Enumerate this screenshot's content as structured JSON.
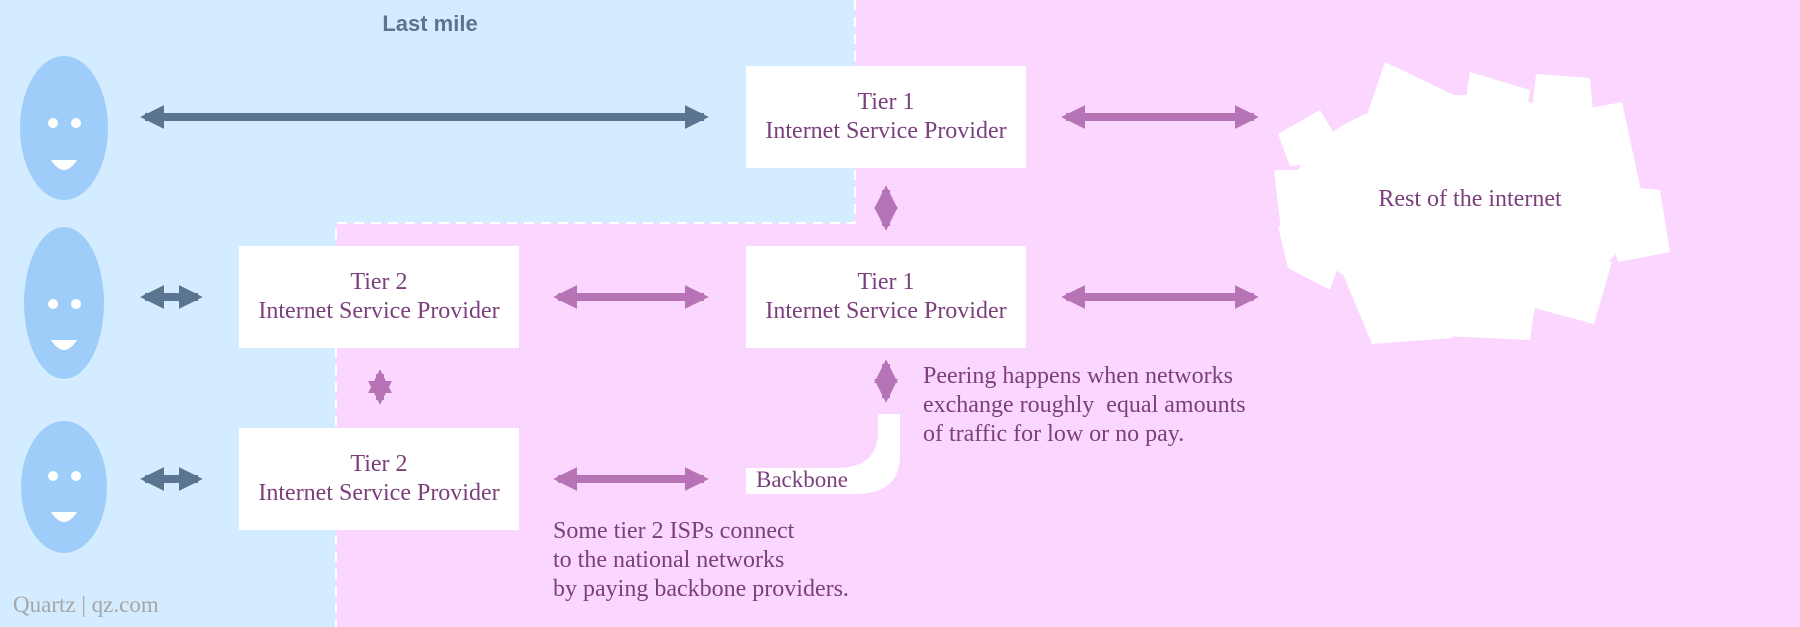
{
  "last_mile_label": "Last mile",
  "tier1_top": {
    "line1": "Tier 1",
    "line2": "Internet Service Provider"
  },
  "tier1_mid": {
    "line1": "Tier 1",
    "line2": "Internet Service Provider"
  },
  "tier2_mid": {
    "line1": "Tier 2",
    "line2": "Internet Service Provider"
  },
  "tier2_bottom": {
    "line1": "Tier 2",
    "line2": "Internet Service Provider"
  },
  "cloud_label": "Rest of the internet",
  "backbone_label": "Backbone",
  "peering_note": [
    "Peering happens when networks",
    "exchange roughly  equal amounts",
    "of traffic for low or no pay."
  ],
  "tier2_note": [
    "Some tier 2 ISPs connect",
    "to the national networks",
    "by paying backbone providers."
  ],
  "credit": "Quartz | qz.com",
  "colors": {
    "last_mile_bg": "#d4ecff",
    "network_bg": "#fbd7ff",
    "face": "#9fcdfa",
    "user_arrow": "#5b7590",
    "isp_arrow": "#b674b6",
    "text": "#7b3f7b"
  }
}
